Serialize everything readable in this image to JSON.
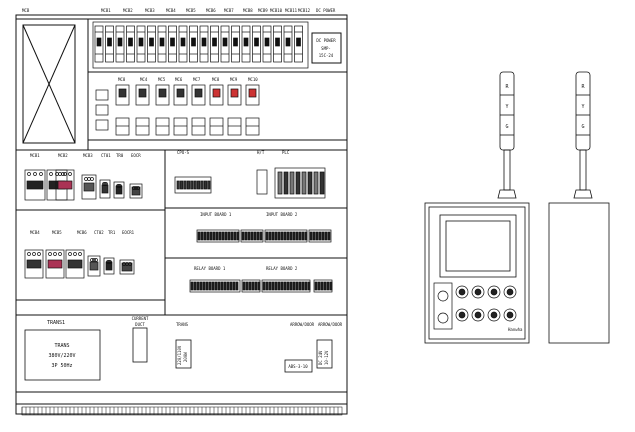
{
  "panel": {
    "top_labels": [
      "MCB",
      "MCB1",
      "MCB2",
      "MCB3",
      "MCB4",
      "MCB5",
      "MCB6",
      "MCB7",
      "MCB8",
      "MCB9",
      "MCB10",
      "MCB11",
      "MCB12",
      "DC POWER"
    ],
    "dc_power_box": [
      "DC POWER",
      "SMP-",
      "15C-24"
    ],
    "relay_row_labels": [
      "MC8",
      "MC4",
      "MC5",
      "MC6",
      "MC7",
      "MC8",
      "MC9",
      "MC10"
    ],
    "mid_left_labels": [
      "MCB1",
      "MCB2",
      "MCB3",
      "CT01",
      "TR0",
      "EOCR"
    ],
    "low_left_labels": [
      "MCB4",
      "MCB5",
      "MCB6",
      "CT02",
      "TR1",
      "EOCR1"
    ],
    "cpu_labels": [
      "CPU-S",
      "H/T",
      "PLC"
    ],
    "input_labels": [
      "INPUT BOARD 1",
      "INPUT BOARD 2"
    ],
    "relay_labels": [
      "RELAY BOARD 1",
      "RELAY BOARD 2"
    ],
    "trans_box_title": "TRANS1",
    "trans_text": [
      "TRANS",
      "380V/220V",
      "3P 50Hz"
    ],
    "current_label": [
      "CURRENT",
      "DUCT"
    ],
    "bottom_labels": [
      "TRANS",
      "ARROW/DOOR",
      "ARROW/DOOR"
    ],
    "bottom_small_box": "ABS-3-10",
    "side_box_1": [
      "220/110V",
      "200W"
    ],
    "side_box_2": [
      "DC 24V",
      "10-12V"
    ],
    "tower_letters": [
      "R",
      "Y",
      "G"
    ],
    "brand": "Hanwha"
  }
}
